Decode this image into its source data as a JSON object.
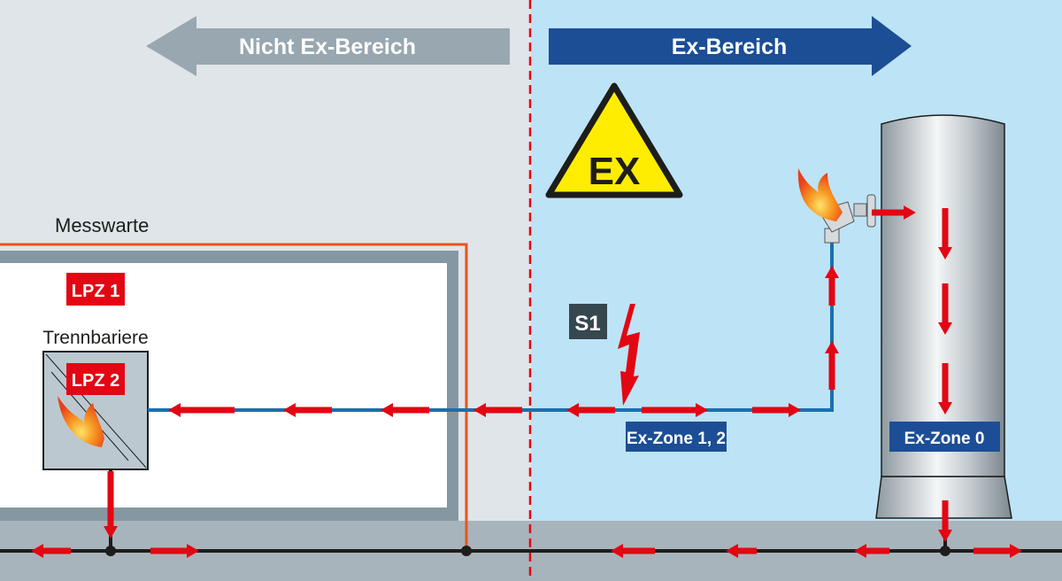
{
  "header": {
    "non_ex_area": "Nicht Ex-Bereich",
    "ex_area": "Ex-Bereich"
  },
  "warning_sign": "EX",
  "control_room": {
    "title": "Messwarte",
    "zone_outer": "LPZ 1",
    "barrier_label": "Trennbariere",
    "zone_inner": "LPZ 2"
  },
  "surge_source": "S1",
  "zones": {
    "field": "Ex-Zone 1, 2",
    "tank": "Ex-Zone 0"
  },
  "colors": {
    "non_ex_bg": "#dfe5e9",
    "ex_bg": "#bde3f7",
    "red": "#e30613",
    "ex_blue": "#1c4e96",
    "cable": "#1a6fb0",
    "shield": "#e8541c",
    "warning_yellow": "#ffed00"
  }
}
